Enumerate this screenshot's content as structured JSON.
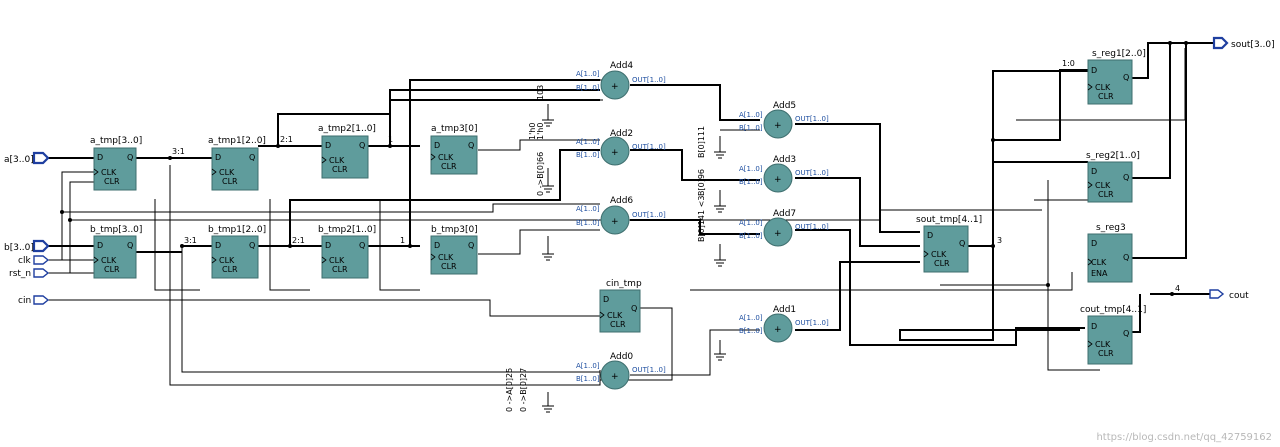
{
  "inputs": [
    {
      "id": "a",
      "label": "a[3..0]",
      "bus": true
    },
    {
      "id": "b",
      "label": "b[3..0]",
      "bus": true
    },
    {
      "id": "clk",
      "label": "clk",
      "bus": false
    },
    {
      "id": "rst_n",
      "label": "rst_n",
      "bus": false
    },
    {
      "id": "cin",
      "label": "cin",
      "bus": false
    }
  ],
  "outputs": [
    {
      "id": "sout",
      "label": "sout[3..0]",
      "bus": true
    },
    {
      "id": "cout",
      "label": "cout",
      "bus": false
    }
  ],
  "registers": [
    {
      "id": "a_tmp",
      "label": "a_tmp[3..0]",
      "ports": [
        "D",
        "CLK",
        "CLR",
        "Q"
      ]
    },
    {
      "id": "b_tmp",
      "label": "b_tmp[3..0]",
      "ports": [
        "D",
        "CLK",
        "CLR",
        "Q"
      ]
    },
    {
      "id": "a_tmp1",
      "label": "a_tmp1[2..0]",
      "ports": [
        "D",
        "CLK",
        "CLR",
        "Q"
      ]
    },
    {
      "id": "b_tmp1",
      "label": "b_tmp1[2..0]",
      "ports": [
        "D",
        "CLK",
        "CLR",
        "Q"
      ]
    },
    {
      "id": "a_tmp2",
      "label": "a_tmp2[1..0]",
      "ports": [
        "D",
        "CLK",
        "CLR",
        "Q"
      ]
    },
    {
      "id": "b_tmp2",
      "label": "b_tmp2[1..0]",
      "ports": [
        "D",
        "CLK",
        "CLR",
        "Q"
      ]
    },
    {
      "id": "a_tmp3",
      "label": "a_tmp3[0]",
      "ports": [
        "D",
        "CLK",
        "CLR",
        "Q"
      ]
    },
    {
      "id": "b_tmp3",
      "label": "b_tmp3[0]",
      "ports": [
        "D",
        "CLK",
        "CLR",
        "Q"
      ]
    },
    {
      "id": "cin_tmp",
      "label": "cin_tmp",
      "ports": [
        "D",
        "CLK",
        "CLR",
        "Q"
      ]
    },
    {
      "id": "sout_tmp",
      "label": "sout_tmp[4..1]",
      "ports": [
        "D",
        "CLK",
        "CLR",
        "Q"
      ]
    },
    {
      "id": "s_reg1",
      "label": "s_reg1[2..0]",
      "ports": [
        "D",
        "CLK",
        "CLR",
        "Q"
      ]
    },
    {
      "id": "s_reg2",
      "label": "s_reg2[1..0]",
      "ports": [
        "D",
        "CLK",
        "CLR",
        "Q"
      ]
    },
    {
      "id": "s_reg3",
      "label": "s_reg3",
      "ports": [
        "D",
        "CLK",
        "ENA",
        "Q"
      ]
    },
    {
      "id": "cout_tmp",
      "label": "cout_tmp[4..1]",
      "ports": [
        "D",
        "CLK",
        "CLR",
        "Q"
      ]
    }
  ],
  "adders": [
    {
      "id": "Add4",
      "label": "Add4"
    },
    {
      "id": "Add2",
      "label": "Add2"
    },
    {
      "id": "Add6",
      "label": "Add6"
    },
    {
      "id": "Add0",
      "label": "Add0"
    },
    {
      "id": "Add5",
      "label": "Add5"
    },
    {
      "id": "Add3",
      "label": "Add3"
    },
    {
      "id": "Add7",
      "label": "Add7"
    },
    {
      "id": "Add1",
      "label": "Add1"
    }
  ],
  "adder_ports": {
    "a": "A[1..0]",
    "b": "B[1..0]",
    "out": "OUT[1..0]",
    "plus": "+"
  },
  "bus_labels": {
    "a_split": "3:1",
    "b_split": "3:1",
    "a1_split": "2:1",
    "b1_split": "2:1",
    "a2_split": "1",
    "b2_split": "1",
    "sout_bit": "3",
    "cout_bit": "4",
    "s_reg1_bits": "1:0"
  },
  "const_labels": {
    "add4_a": "1'h0",
    "add4_b": "1'h0",
    "add4_c": "103",
    "add2_c": "0 ->B[0]66",
    "add0_a": "0 ->A[0]25",
    "add0_b": "0 ->B[0]27",
    "add5_c": "B[0]111",
    "add3_c": "B[0]96",
    "add7_c": "B[0]141 <3"
  },
  "watermark": "https://blog.csdn.net/qq_42759162"
}
